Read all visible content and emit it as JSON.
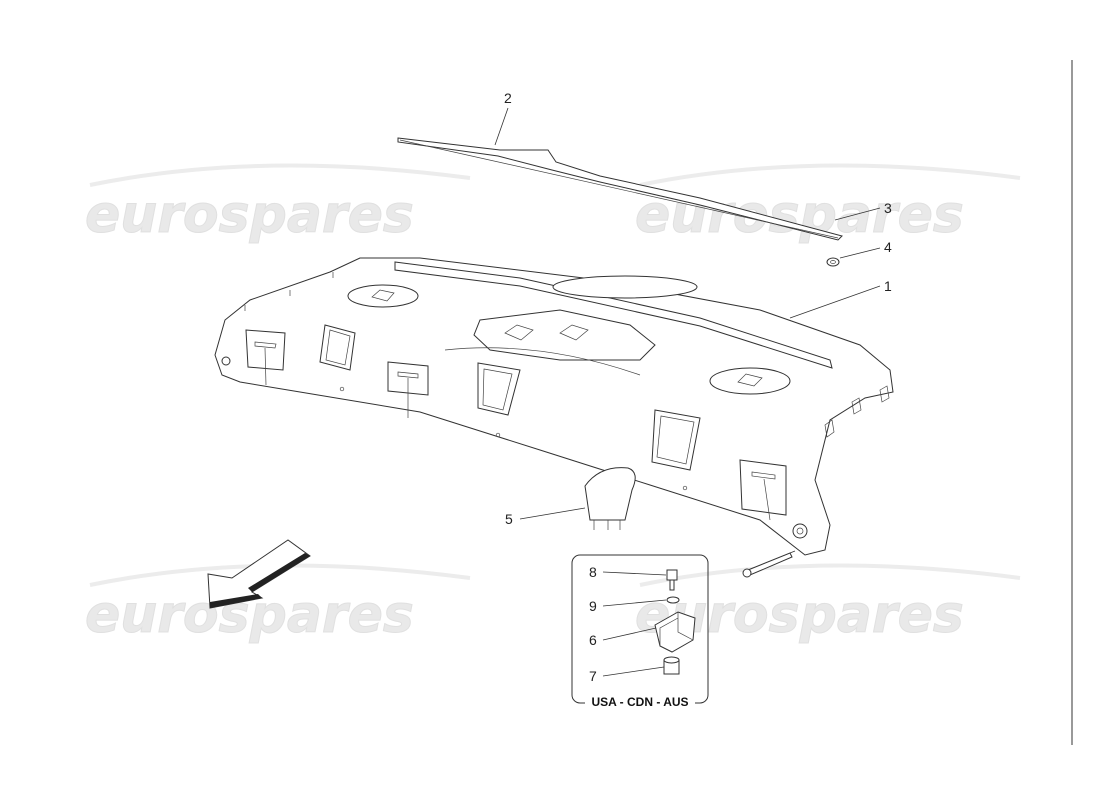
{
  "watermark": {
    "text": "eurospares",
    "color": "#e6e6e6"
  },
  "callouts": [
    {
      "id": "1",
      "label": "1"
    },
    {
      "id": "2",
      "label": "2"
    },
    {
      "id": "3",
      "label": "3"
    },
    {
      "id": "4",
      "label": "4"
    },
    {
      "id": "5",
      "label": "5"
    },
    {
      "id": "6",
      "label": "6"
    },
    {
      "id": "7",
      "label": "7"
    },
    {
      "id": "8",
      "label": "8"
    },
    {
      "id": "9",
      "label": "9"
    }
  ],
  "detail_box": {
    "region_label": "USA - CDN - AUS"
  },
  "icons": {
    "direction_arrow": "front-direction-arrow-icon"
  }
}
